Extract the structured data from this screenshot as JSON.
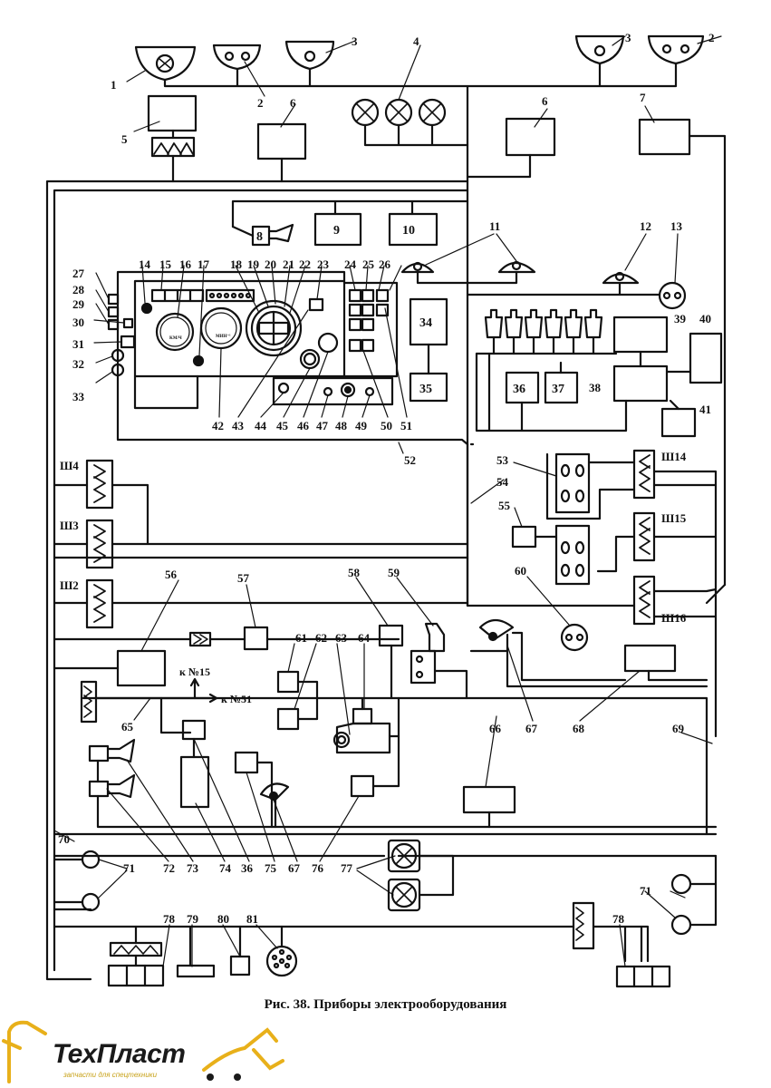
{
  "caption": "Рис. 38. Приборы  электрооборудования",
  "logo": {
    "name": "ТехПласт",
    "tagline": "запчасти для спецтехники",
    "accent_color": "#e8b01a"
  },
  "component_labels": [
    "1",
    "2",
    "2",
    "3",
    "3",
    "4",
    "5",
    "6",
    "6",
    "7",
    "8",
    "9",
    "10",
    "11",
    "12",
    "13",
    "14",
    "15",
    "16",
    "17",
    "18",
    "19",
    "20",
    "21",
    "22",
    "23",
    "24",
    "25",
    "26",
    "27",
    "28",
    "29",
    "30",
    "31",
    "32",
    "33",
    "34",
    "35",
    "36",
    "37",
    "38",
    "39",
    "40",
    "41",
    "42",
    "43",
    "44",
    "45",
    "46",
    "47",
    "48",
    "49",
    "50",
    "51",
    "52",
    "53",
    "54",
    "55",
    "56",
    "57",
    "58",
    "59",
    "60",
    "61",
    "62",
    "63",
    "64",
    "65",
    "66",
    "67",
    "68",
    "69",
    "70",
    "71",
    "71",
    "72",
    "73",
    "74",
    "36",
    "75",
    "67",
    "76",
    "77",
    "78",
    "78",
    "79",
    "80",
    "81"
  ],
  "block_labels": {
    "b8": "8",
    "b9": "9",
    "b10": "10",
    "b34": "34",
    "b35": "35",
    "b36": "36",
    "b37": "37"
  },
  "connector_labels": [
    "Ш4",
    "Ш3",
    "Ш2",
    "Ш14",
    "Ш15",
    "Ш16"
  ],
  "references": {
    "ref15": "к №15",
    "ref51": "к №51"
  },
  "gauge_text": {
    "g16": "KM/Ч",
    "g42": "МИН⁻¹"
  }
}
